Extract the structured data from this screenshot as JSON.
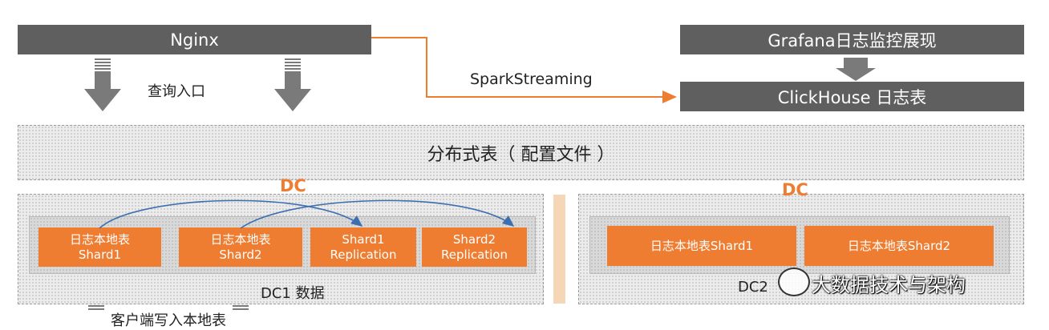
{
  "nginx": {
    "label": "Nginx"
  },
  "grafana": {
    "label": "Grafana日志监控展现"
  },
  "clickhouse": {
    "label": "ClickHouse 日志表"
  },
  "spark": {
    "label": "SparkStreaming"
  },
  "query_entry": {
    "label": "查询入口"
  },
  "distributed_table": {
    "label": "分布式表（ 配置文件 ）"
  },
  "dc1": {
    "title": "DC",
    "caption": "DC1 数据",
    "shards": [
      {
        "line1": "日志本地表",
        "line2": "Shard1"
      },
      {
        "line1": "日志本地表",
        "line2": "Shard2"
      },
      {
        "line1": "Shard1",
        "line2": "Replication"
      },
      {
        "line1": "Shard2",
        "line2": "Replication"
      }
    ]
  },
  "dc2": {
    "title": "DC",
    "caption": "DC2",
    "shards": [
      {
        "label": "日志本地表Shard1"
      },
      {
        "label": "日志本地表Shard2"
      }
    ]
  },
  "client_write": {
    "label": "客户端写入本地表"
  },
  "watermark": {
    "text": "大数据技术与架构"
  },
  "colors": {
    "accent": "#ee7d31",
    "bar": "#5f5f5f",
    "arrow_blue": "#3d6fb0",
    "arrow_gray": "#7a7a7a"
  }
}
